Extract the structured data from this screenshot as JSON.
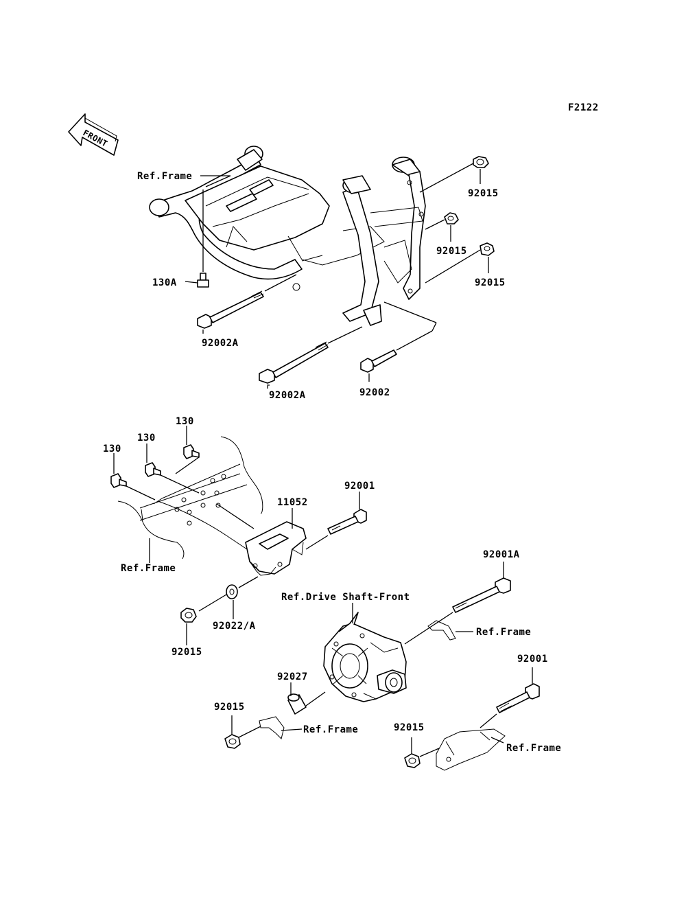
{
  "figure_code": "F2122",
  "front_label": "FRONT",
  "callouts": {
    "ref_frame_top": "Ref.Frame",
    "p92015_a": "92015",
    "p92015_b": "92015",
    "p92015_c": "92015",
    "p130a": "130A",
    "p92002a_a": "92002A",
    "p92002a_b": "92002A",
    "p92002": "92002",
    "p130_a": "130",
    "p130_b": "130",
    "p130_c": "130",
    "p92001_a": "92001",
    "p11052": "11052",
    "ref_frame_mid": "Ref.Frame",
    "p92001a": "92001A",
    "ref_drive_shaft": "Ref.Drive Shaft-Front",
    "ref_frame_right": "Ref.Frame",
    "p92022a": "92022/A",
    "p92015_d": "92015",
    "p92027": "92027",
    "p92015_e": "92015",
    "ref_frame_bottom": "Ref.Frame",
    "p92001_b": "92001",
    "p92015_f": "92015",
    "ref_frame_bottom_right": "Ref.Frame"
  },
  "colors": {
    "line": "#000000",
    "background": "#ffffff"
  }
}
